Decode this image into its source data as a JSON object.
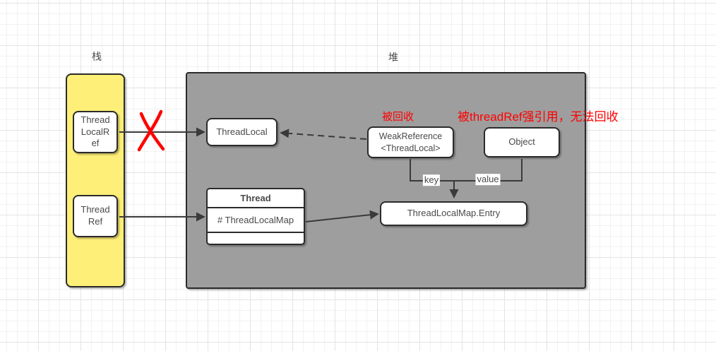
{
  "regions": {
    "stack_label": "栈",
    "heap_label": "堆"
  },
  "stack": {
    "items": [
      {
        "label": "Thread\nLocalR\nef"
      },
      {
        "label": "Thread\nRef"
      }
    ]
  },
  "heap": {
    "threadlocal": "ThreadLocal",
    "weak_reference": "WeakReference\n<ThreadLocal>",
    "object": "Object",
    "thread_class": {
      "title": "Thread",
      "field": "# ThreadLocalMap"
    },
    "entry": "ThreadLocalMap.Entry"
  },
  "edge_labels": {
    "key": "key",
    "value": "value"
  },
  "annotations": {
    "collected": "被回收",
    "strong_ref": "被threadRef强引用，无法回收"
  },
  "icons": {
    "cross_mark": "red-x-cross-out"
  },
  "colors": {
    "stack_fill": "#FDEF77",
    "heap_fill": "#9E9E9E",
    "node_fill": "#FFFFFF",
    "border": "#2B2B2B",
    "arrow": "#3A3A3A",
    "annotation_red": "#FF0000",
    "grid_minor": "#F2F2F2",
    "grid_major": "#E4E4E4"
  }
}
